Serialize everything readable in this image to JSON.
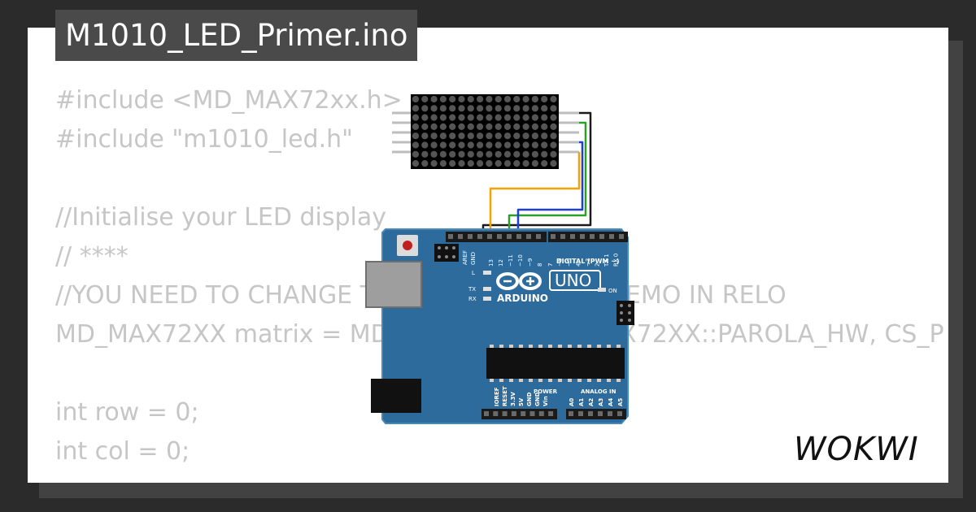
{
  "file": {
    "name": "M1010_LED_Primer.ino"
  },
  "code": {
    "lines": [
      "#include <MD_MAX72xx.h>",
      "#include \"m1010_led.h\"",
      "",
      "//Initialise your LED display",
      "// ****",
      "//YOU NEED TO CHANGE THE ... TO RUN THE DEMO IN RELO",
      "MD_MAX72XX matrix = MD_MAX72XX(MD_MAX72XX::PAROLA_HW, CS_P",
      "",
      "int row = 0;",
      "int col = 0;"
    ]
  },
  "board": {
    "brand": "ARDUINO",
    "model": "UNO",
    "labels": {
      "digital": "DIGITAL (PWM ~)",
      "power": "POWER",
      "analog": "ANALOG IN",
      "aref": "AREF",
      "gnd": "GND",
      "on": "ON",
      "l": "L",
      "tx": "TX",
      "rx": "RX"
    },
    "digital_pins": [
      "13",
      "12",
      "~11",
      "~10",
      "~9",
      "8",
      "7",
      "~6",
      "~5",
      "4",
      "~3",
      "2",
      "TX 1",
      "RX 0"
    ],
    "power_pins": [
      "IOREF",
      "RESET",
      "3.3V",
      "5V",
      "GND",
      "GND",
      "Vin"
    ],
    "analog_pins": [
      "A0",
      "A1",
      "A2",
      "A3",
      "A4",
      "A5"
    ]
  },
  "wires": [
    {
      "color": "#1a1a1a",
      "name": "gnd-wire"
    },
    {
      "color": "#f5a100",
      "name": "orange-wire"
    },
    {
      "color": "#2aa02a",
      "name": "green-wire"
    },
    {
      "color": "#1f3fd4",
      "name": "blue-wire"
    }
  ],
  "colors": {
    "board": "#2d6b9c",
    "title_tab": "#4a4a4a",
    "code_text": "#c6c6c6",
    "matrix_led": "#555555",
    "reset_button": "#c02020"
  },
  "logo": {
    "text": "WOKWI"
  }
}
